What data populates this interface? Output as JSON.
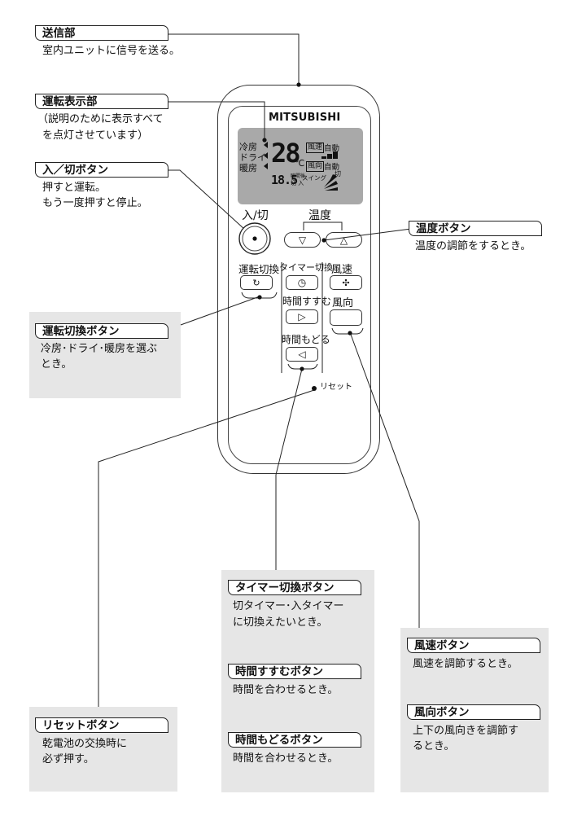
{
  "remote": {
    "brand": "MITSUBISHI",
    "lcd_modes": [
      "冷房",
      "ドライ",
      "暖房"
    ],
    "lcd_temp": "28",
    "lcd_temp_unit": "℃",
    "lcd_small_num": "18.5",
    "lcd_fan_word": "風速",
    "lcd_fan_auto": "自動",
    "lcd_vane_word": "風向",
    "lcd_vane_auto": "自動",
    "lcd_swing_word": "スイング",
    "lcd_timer_word": "時間後",
    "lcd_onoff_word": "切 入",
    "lcd_stop_word": "切",
    "power_label": "入/切",
    "temp_label": "温度",
    "temp_down_symbol": "▽",
    "temp_up_symbol": "△",
    "mode_label": "運転切換",
    "timer_mode_label": "タイマー切換",
    "fan_label": "風速",
    "time_forward_label": "時間すすむ",
    "time_forward_symbol": "▷",
    "vane_label": "風向",
    "time_back_label": "時間もどる",
    "time_back_symbol": "◁",
    "reset_label": "リセット"
  },
  "callouts": {
    "transmitter": {
      "title": "送信部",
      "desc": [
        "室内ユニットに信号を送る。"
      ]
    },
    "display": {
      "title": "運転表示部",
      "desc": [
        "（説明のために表示すべて",
        "を点灯させています）"
      ]
    },
    "power": {
      "title": "入／切ボタン",
      "desc": [
        "押すと運転。",
        "もう一度押すと停止。"
      ]
    },
    "temperature": {
      "title": "温度ボタン",
      "desc": [
        "温度の調節をするとき。"
      ]
    },
    "mode": {
      "title": "運転切換ボタン",
      "desc": [
        "冷房･ドライ･暖房を選ぶ",
        "とき。"
      ]
    },
    "timer": {
      "title": "タイマー切換ボタン",
      "desc": [
        "切タイマー･入タイマー",
        "に切換えたいとき。"
      ]
    },
    "time_forward": {
      "title": "時間すすむボタン",
      "desc": [
        "時間を合わせるとき。"
      ]
    },
    "time_back": {
      "title": "時間もどるボタン",
      "desc": [
        "時間を合わせるとき。"
      ]
    },
    "fan": {
      "title": "風速ボタン",
      "desc": [
        "風速を調節するとき。"
      ]
    },
    "vane": {
      "title": "風向ボタン",
      "desc": [
        "上下の風向きを調節す",
        "るとき。"
      ]
    },
    "reset": {
      "title": "リセットボタン",
      "desc": [
        "乾電池の交換時に",
        "必ず押す。"
      ]
    }
  }
}
